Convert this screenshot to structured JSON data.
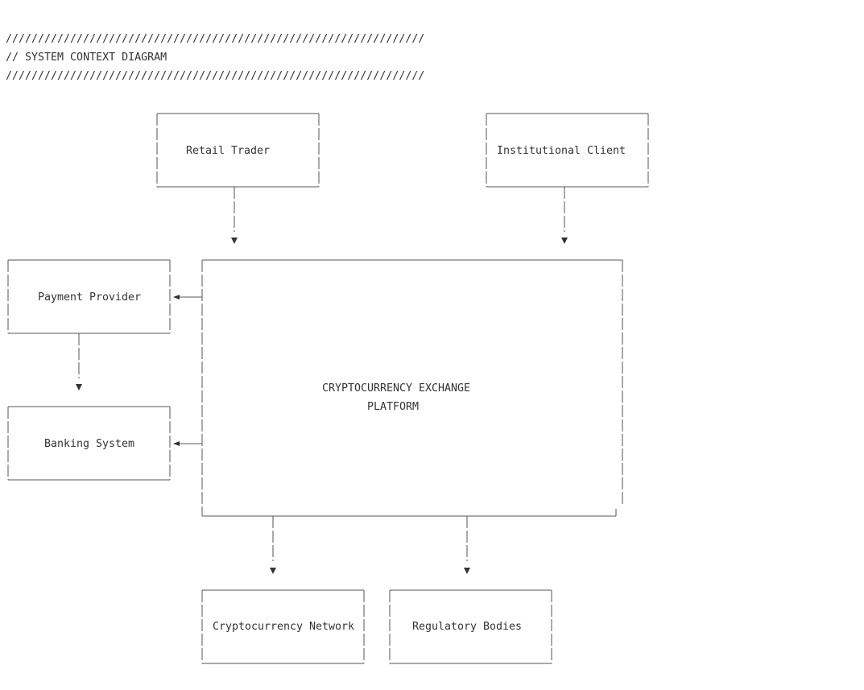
{
  "header": {
    "rule_top": "/////////////////////////////////////////////////////////////////",
    "title": "// SYSTEM CONTEXT DIAGRAM",
    "rule_bottom": "/////////////////////////////////////////////////////////////////"
  },
  "nodes": {
    "retail_trader": "Retail Trader",
    "institutional_client": "Institutional Client",
    "payment_provider": "Payment Provider",
    "banking_system": "Banking System",
    "platform_line1": "CRYPTOCURRENCY EXCHANGE",
    "platform_line2": "PLATFORM",
    "crypto_network": "Cryptocurrency Network",
    "regulatory_bodies": "Regulatory Bodies"
  },
  "colors": {
    "ink": "#333333",
    "background": "#ffffff"
  }
}
